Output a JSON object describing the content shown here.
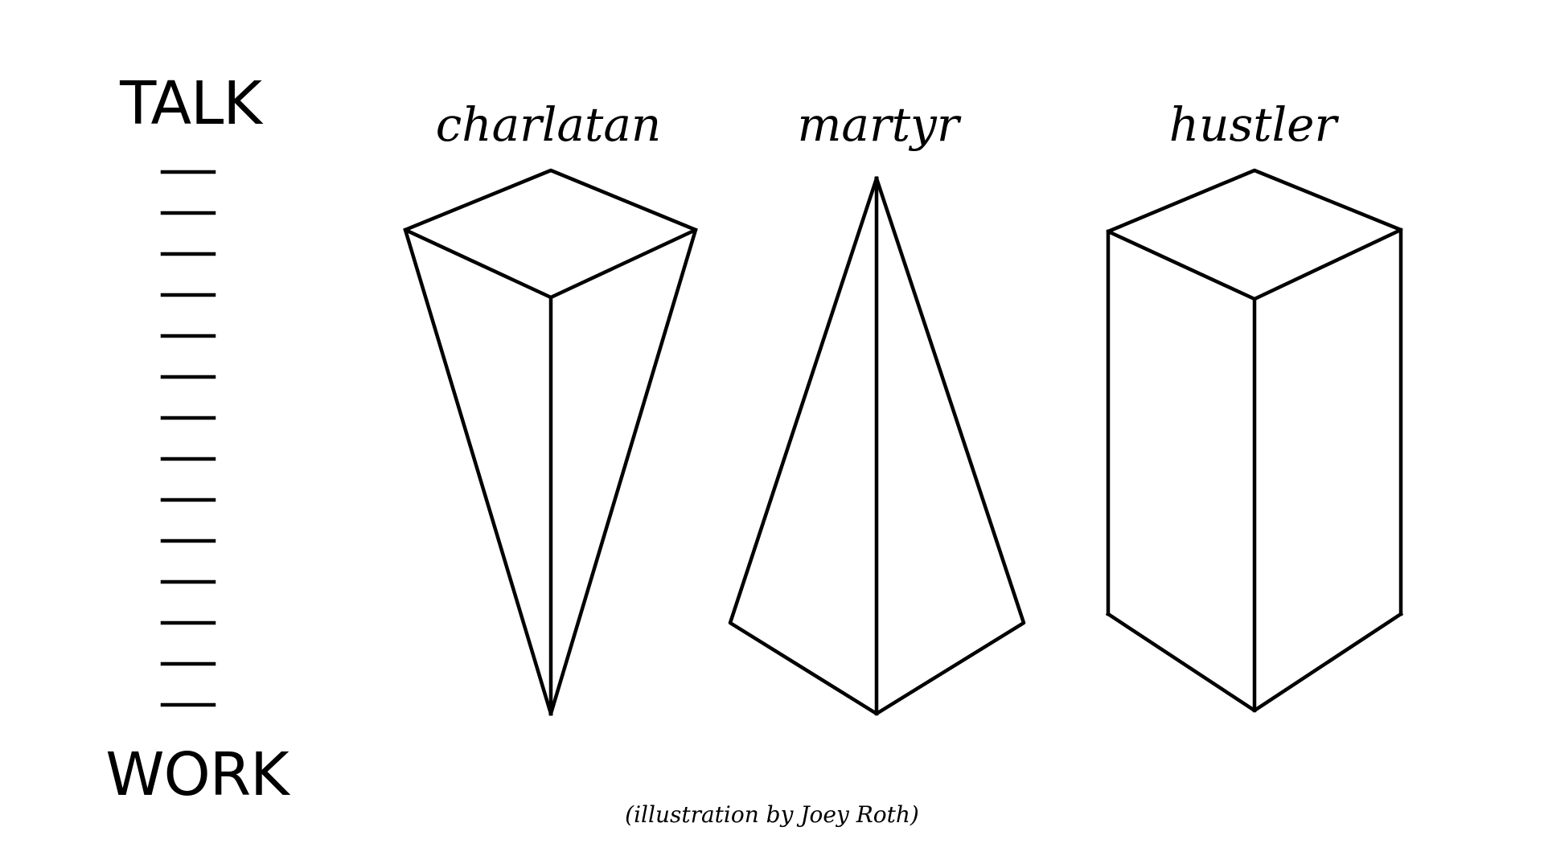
{
  "scale": {
    "top_label": "TALK",
    "bottom_label": "WORK",
    "tick_count": 14
  },
  "shapes": [
    {
      "title": "charlatan",
      "form": "inverted-pyramid"
    },
    {
      "title": "martyr",
      "form": "pyramid"
    },
    {
      "title": "hustler",
      "form": "rectangular-prism"
    }
  ],
  "caption": "(illustration by Joey Roth)",
  "colors": {
    "background": "#ffffff",
    "ink": "#000000"
  }
}
